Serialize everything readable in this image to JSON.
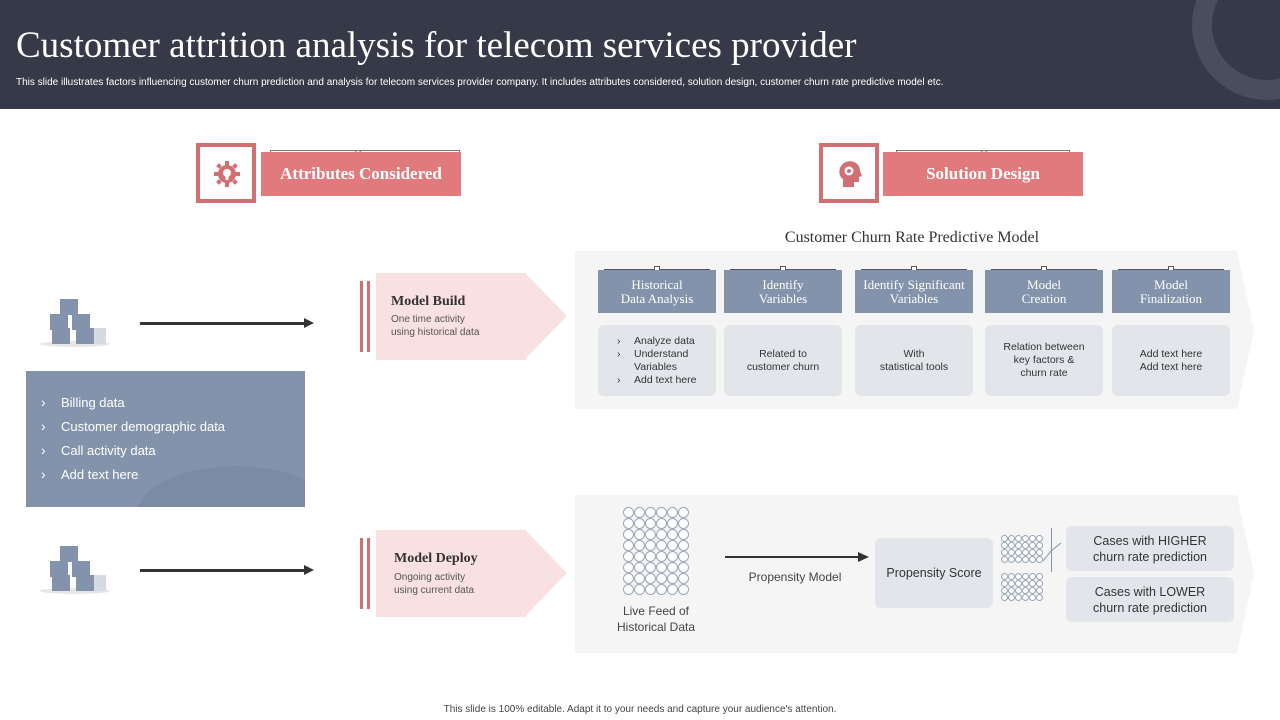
{
  "header": {
    "title": "Customer attrition analysis for telecom services provider",
    "subtitle": "This slide illustrates factors influencing customer churn prediction and analysis for telecom services provider company. It includes attributes considered, solution design, customer churn rate predictive model etc."
  },
  "attributes": {
    "label": "Attributes Considered",
    "items": [
      "Billing data",
      "Customer demographic  data",
      "Call activity data",
      "Add text here"
    ]
  },
  "solution": {
    "label": "Solution Design"
  },
  "model_build": {
    "title": "Model Build",
    "desc_line1": "One time activity",
    "desc_line2": "using historical data"
  },
  "model_deploy": {
    "title": "Model Deploy",
    "desc_line1": "Ongoing activity",
    "desc_line2": "using current data"
  },
  "predictive_model": {
    "title": "Customer Churn Rate Predictive Model",
    "steps": [
      {
        "title_line1": "Historical",
        "title_line2": "Data Analysis",
        "bullets": [
          "Analyze data",
          "Understand Variables",
          "Add text here"
        ]
      },
      {
        "title_line1": "Identify",
        "title_line2": "Variables",
        "body_line1": "Related to",
        "body_line2": "customer churn"
      },
      {
        "title_line1": "Identify Significant",
        "title_line2": "Variables",
        "body_line1": "With",
        "body_line2": "statistical tools"
      },
      {
        "title_line1": "Model",
        "title_line2": "Creation",
        "body_line1": "Relation between",
        "body_line2": "key factors &",
        "body_line3": "churn rate"
      },
      {
        "title_line1": "Model",
        "title_line2": "Finalization",
        "body_line1": "Add text here",
        "body_line2": "Add text here"
      }
    ]
  },
  "deploy_flow": {
    "feed_line1": "Live Feed of",
    "feed_line2": "Historical Data",
    "propensity_model": "Propensity Model",
    "propensity_score": "Propensity Score",
    "higher_line1": "Cases with HIGHER",
    "higher_line2": "churn rate prediction",
    "lower_line1": "Cases with LOWER",
    "lower_line2": "churn rate prediction"
  },
  "footer": {
    "text": "This slide is 100% editable.  Adapt it to your needs and capture your audience's attention."
  },
  "colors": {
    "header_bg": "#363a48",
    "accent_red": "#e07a7c",
    "slate_blue": "#8393ab",
    "pink_light": "#f9e0e1",
    "gray_card": "#e2e5ea"
  }
}
